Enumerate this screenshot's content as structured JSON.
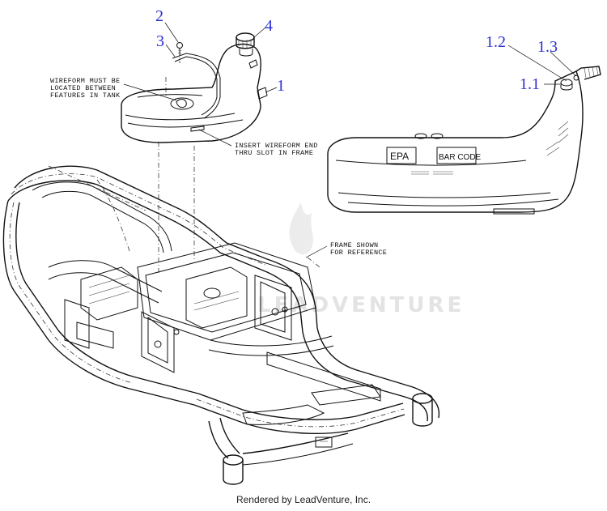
{
  "callouts": {
    "c2": "2",
    "c3": "3",
    "c4": "4",
    "c1": "1",
    "c1_2": "1.2",
    "c1_3": "1.3",
    "c1_1": "1.1"
  },
  "notes": {
    "wireform_line1": "WIREFORM MUST BE",
    "wireform_line2": "LOCATED BETWEEN",
    "wireform_line3": "FEATURES IN TANK",
    "insert_line1": "INSERT WIREFORM END",
    "insert_line2": "THRU SLOT IN FRAME",
    "frame_line1": "FRAME SHOWN",
    "frame_line2": "FOR REFERENCE"
  },
  "tank_labels": {
    "epa": "EPA",
    "barcode": "BAR CODE"
  },
  "watermark": "LEADVENTURE",
  "footer": "Rendered by LeadVenture, Inc.",
  "colors": {
    "callout": "#2a2fd1",
    "line": "#111111",
    "watermark": "#e3e3e3"
  }
}
